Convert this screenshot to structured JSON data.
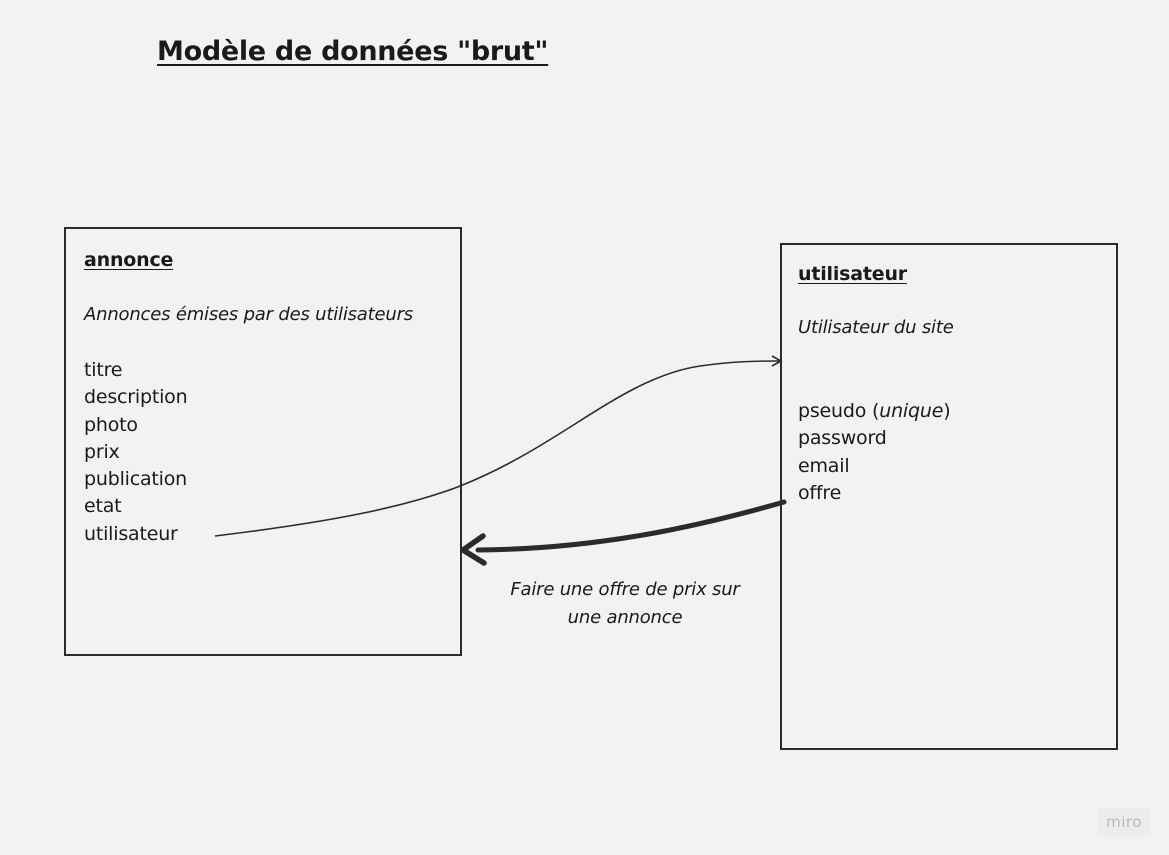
{
  "title": "Modèle de données \"brut\"",
  "entities": {
    "annonce": {
      "name": "annonce",
      "description": "Annonces émises par des utilisateurs",
      "fields": [
        "titre",
        "description",
        "photo",
        "prix",
        "publication",
        "etat",
        "utilisateur"
      ]
    },
    "utilisateur": {
      "name": "utilisateur",
      "description": "Utilisateur du site",
      "fields": [
        {
          "name": "pseudo",
          "note": "unique"
        },
        {
          "name": "password"
        },
        {
          "name": "email"
        },
        {
          "name": "offre"
        }
      ]
    }
  },
  "relations": {
    "offre_label_line1": "Faire une offre de prix sur",
    "offre_label_line2": "une annonce"
  },
  "watermark": "miro",
  "colors": {
    "background": "#f2f2f2",
    "border": "#2b2b2b",
    "text": "#1a1a1a"
  }
}
